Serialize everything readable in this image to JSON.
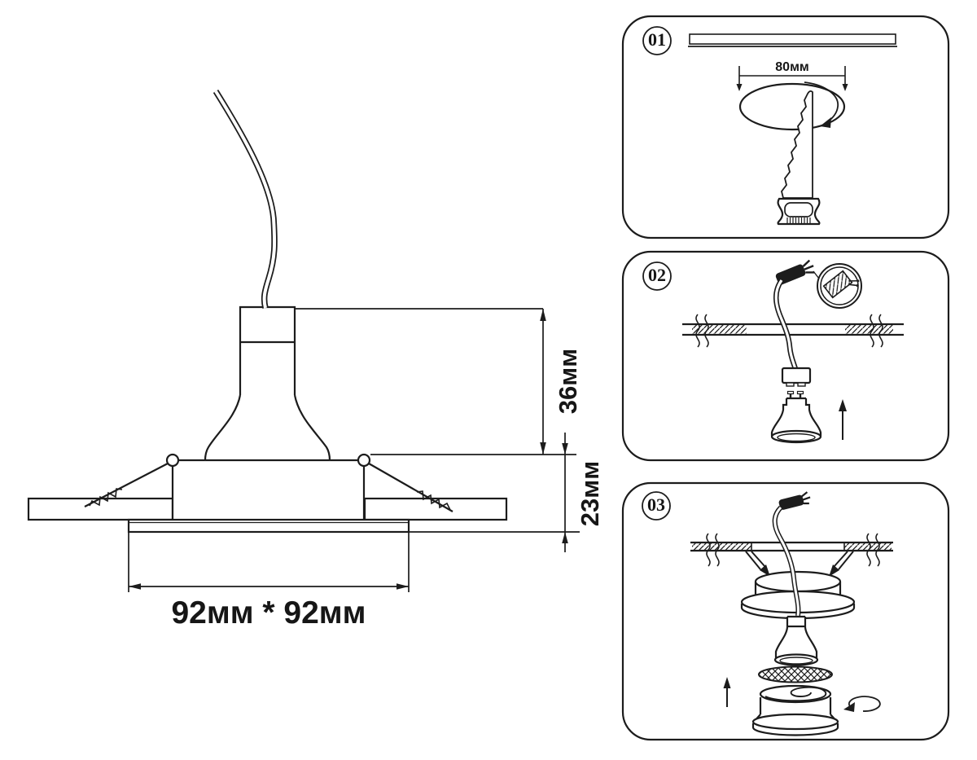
{
  "main_drawing": {
    "dim_depth": "36мм",
    "dim_recess": "23мм",
    "dim_size": "92мм * 92мм"
  },
  "steps": [
    {
      "number": "01",
      "cutout_label": "80мм"
    },
    {
      "number": "02"
    },
    {
      "number": "03"
    }
  ],
  "colors": {
    "line": "#1c1c1c",
    "background": "#ffffff"
  }
}
